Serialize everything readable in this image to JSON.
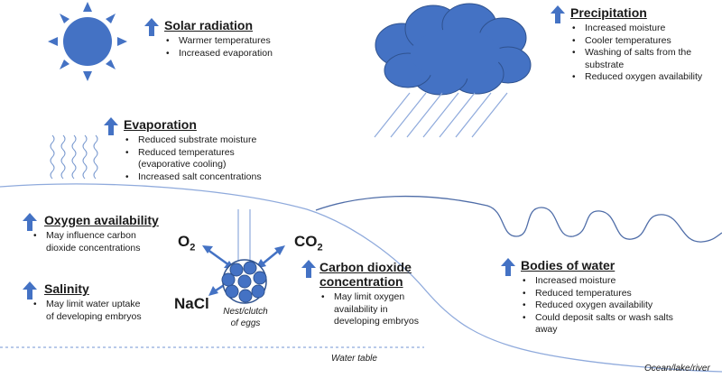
{
  "colors": {
    "accent": "#4472c4",
    "accent_dark": "#2f528f",
    "line": "#8faadc",
    "text": "#1a1a1a"
  },
  "solar": {
    "title": "Solar radiation",
    "items": [
      "Warmer temperatures",
      "Increased evaporation"
    ]
  },
  "precipitation": {
    "title": "Precipitation",
    "items": [
      "Increased moisture",
      "Cooler temperatures",
      "Washing of salts from the",
      "substrate",
      "Reduced oxygen availability"
    ]
  },
  "evaporation": {
    "title": "Evaporation",
    "items": [
      "Reduced substrate moisture",
      "Reduced temperatures",
      "(evaporative cooling)",
      "Increased salt concentrations"
    ]
  },
  "oxygen": {
    "title": "Oxygen availability",
    "items": [
      "May influence carbon",
      "dioxide concentrations"
    ]
  },
  "salinity": {
    "title": "Salinity",
    "items": [
      "May limit water uptake",
      "of developing embryos"
    ]
  },
  "co2": {
    "title_line1": "Carbon dioxide",
    "title_line2": "concentration",
    "items": [
      "May limit oxygen",
      "availability in",
      "developing embryos"
    ]
  },
  "water_bodies": {
    "title": "Bodies of water",
    "items": [
      "Increased moisture",
      "Reduced temperatures",
      "Reduced oxygen availability",
      "Could deposit salts or wash salts",
      "away"
    ]
  },
  "chem": {
    "o2_main": "O",
    "o2_sub": "2",
    "co2_main": "CO",
    "co2_sub": "2",
    "nacl": "NaCl"
  },
  "nest_label_1": "Nest/clutch",
  "nest_label_2": "of eggs",
  "water_table": "Water table",
  "ocean_label": "Ocean/lake/river"
}
